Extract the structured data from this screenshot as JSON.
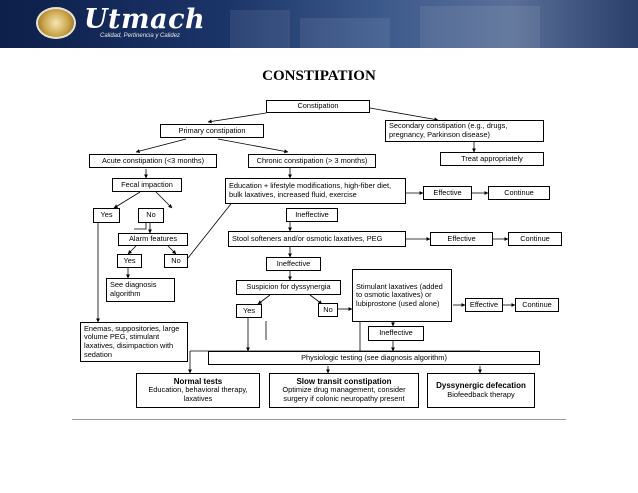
{
  "header": {
    "brand": "Utmach",
    "tagline": "Calidad, Pertinencia y Calidez"
  },
  "title": "CONSTIPATION",
  "nodes": {
    "constipation": "Constipation",
    "primary": "Primary constipation",
    "secondary": "Secondary constipation (e.g., drugs, pregnancy, Parkinson disease)",
    "treat": "Treat appropriately",
    "acute": "Acute constipation (<3 months)",
    "chronic": "Chronic constipation (> 3 months)",
    "fecal": "Fecal impaction",
    "yes1": "Yes",
    "no1": "No",
    "alarm": "Alarm features",
    "yes2": "Yes",
    "no2": "No",
    "see_dx": "See diagnosis algorithm",
    "education": "Education + lifestyle modifications, high-fiber diet, bulk laxatives, increased fluid, exercise",
    "effective1": "Effective",
    "continue1": "Continue",
    "ineffective1": "Ineffective",
    "softeners": "Stool softeners and/or osmotic laxatives, PEG",
    "effective2": "Effective",
    "continue2": "Continue",
    "ineffective2": "Ineffective",
    "dyssynergia": "Suspicion for dyssynergia",
    "yes3": "Yes",
    "no3": "No",
    "stimulant": "Stimulant laxatives (added to osmotic laxatives) or lubiprostone (used alone)",
    "effective3": "Effective",
    "continue3": "Continue",
    "ineffective3": "Ineffective",
    "enemas": "Enemas, suppositories, large volume PEG, stimulant laxatives, disimpaction with sedation",
    "physiologic": "Physiologic testing (see diagnosis algorithm)",
    "normal_title": "Normal tests",
    "normal_body": "Education, behavioral therapy, laxatives",
    "slow_title": "Slow transit constipation",
    "slow_body": "Optimize drug management, consider surgery if colonic neuropathy present",
    "dys_title": "Dyssynergic defecation",
    "dys_body": "Biofeedback therapy"
  }
}
